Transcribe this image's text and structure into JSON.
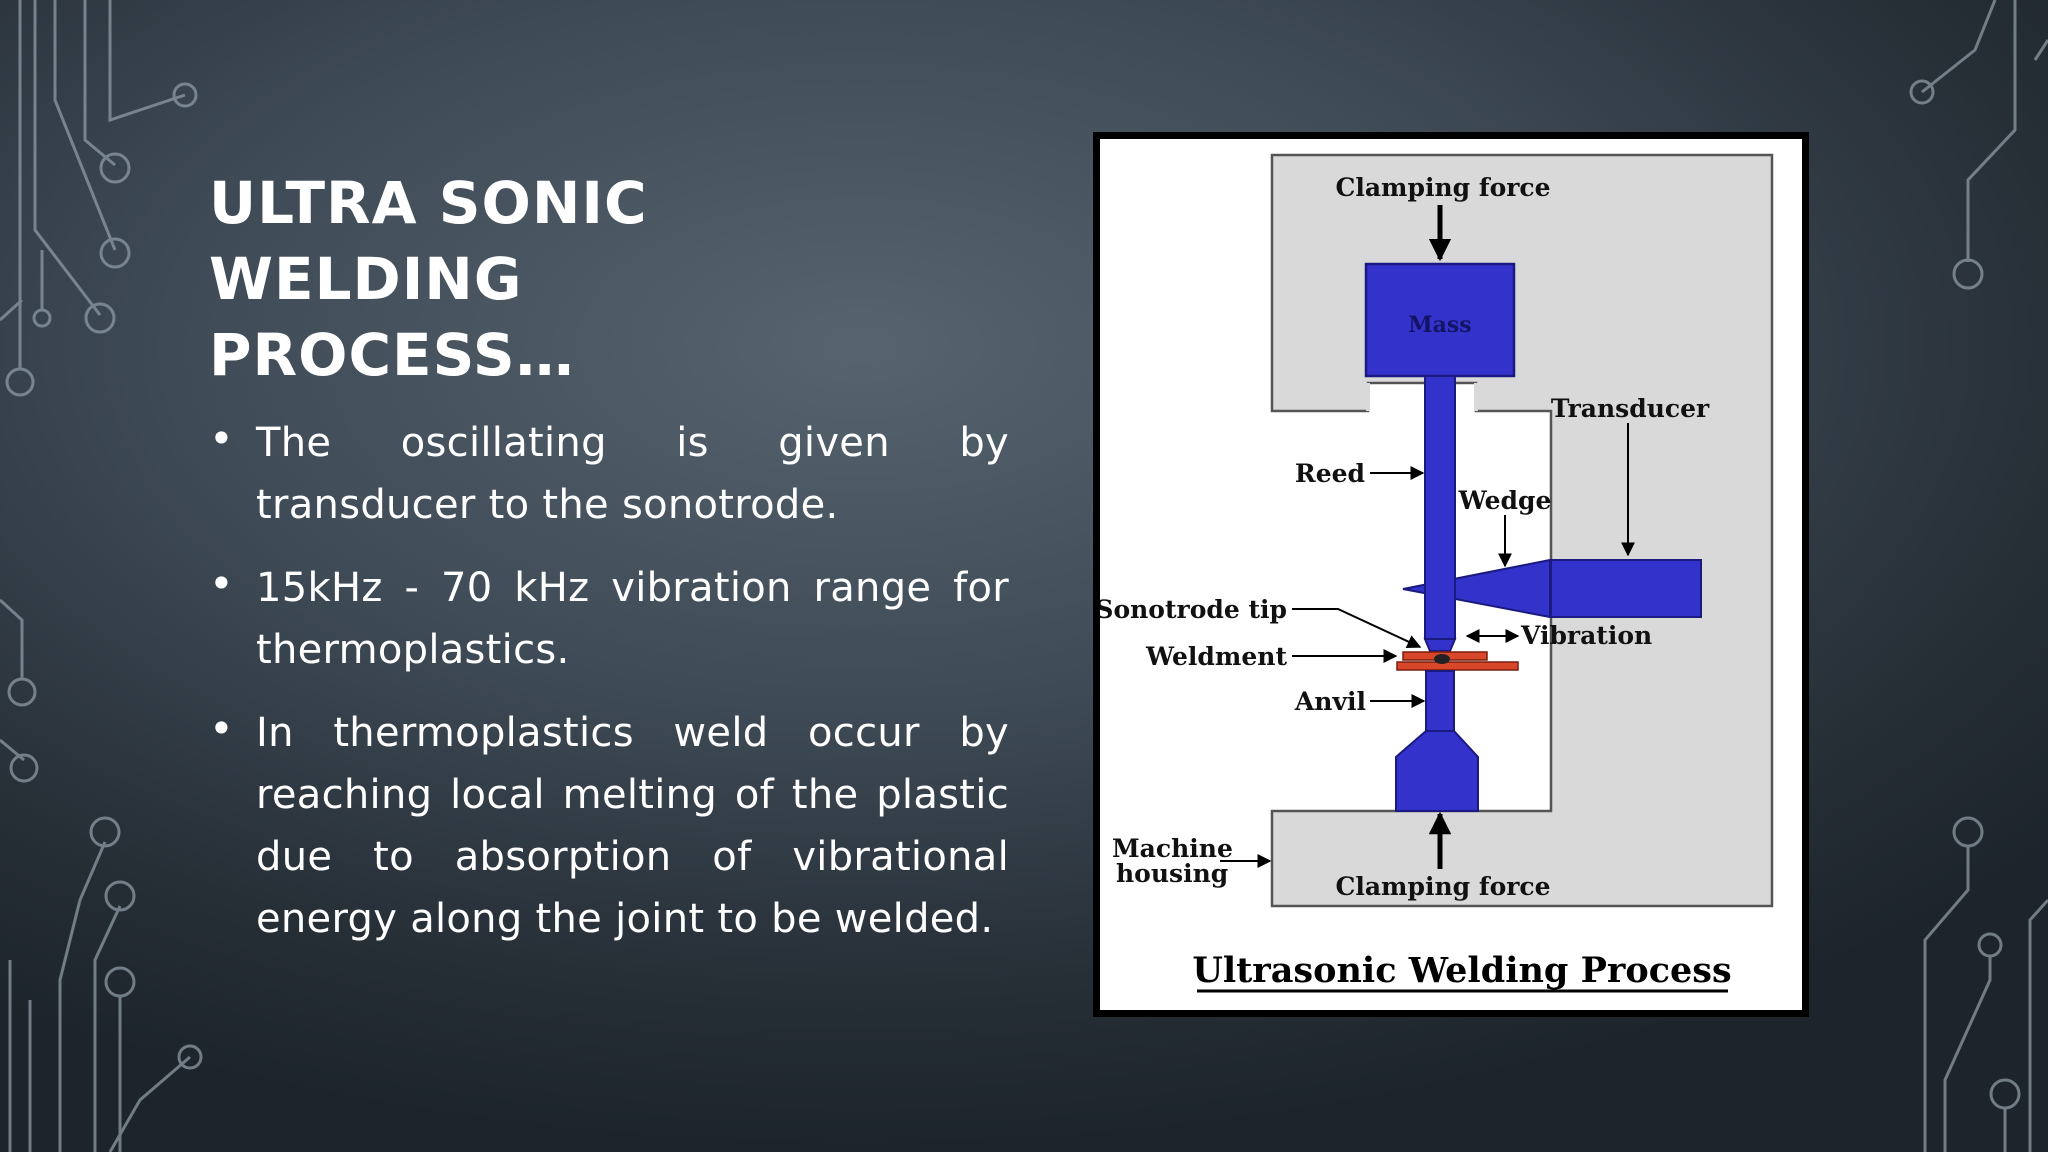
{
  "slide": {
    "title_lines": [
      "ULTRA SONIC WELDING",
      "PROCESS…"
    ],
    "bullets": [
      "The oscillating is given by transducer to the sonotrode.",
      "15kHz - 70 kHz vibration range for thermoplastics.",
      "In thermoplastics weld occur by reaching local melting of the plastic due to absorption of vibrational energy along the joint to be welded."
    ]
  },
  "diagram": {
    "caption": "Ultrasonic Welding Process",
    "labels": {
      "clamping_force_top": "Clamping force",
      "mass": "Mass",
      "transducer": "Transducer",
      "reed": "Reed",
      "wedge": "Wedge",
      "sonotrode_tip": "Sonotrode tip",
      "vibration": "Vibration",
      "weldment": "Weldment",
      "anvil": "Anvil",
      "machine_housing_line1": "Machine",
      "machine_housing_line2": "housing",
      "clamping_force_bottom": "Clamping force"
    },
    "colors": {
      "component_blue": "#3333cc",
      "weldment_red": "#d9472b",
      "housing_gray": "#d9d9d9"
    }
  }
}
